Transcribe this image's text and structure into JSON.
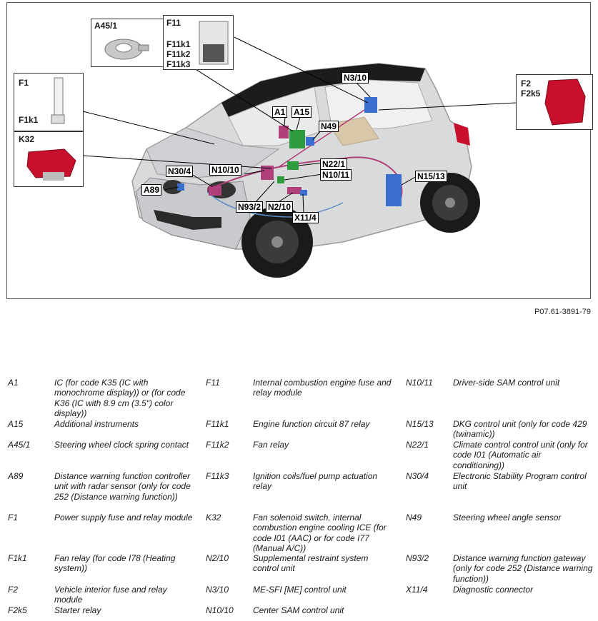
{
  "figure": {
    "id": "P07.61-3891-79",
    "callouts": {
      "a45_1": "A45/1",
      "f11": "F11",
      "f11k1": "F11k1",
      "f11k2": "F11k2",
      "f11k3": "F11k3",
      "f1": "F1",
      "f1k1": "F1k1",
      "k32": "K32",
      "n3_10": "N3/10",
      "f2": "F2",
      "f2k5": "F2k5",
      "a1": "A1",
      "a15": "A15",
      "n49": "N49",
      "n30_4": "N30/4",
      "n10_10": "N10/10",
      "n22_1": "N22/1",
      "n10_11": "N10/11",
      "a89": "A89",
      "n15_13": "N15/13",
      "n93_2": "N93/2",
      "n2_10": "N2/10",
      "x11_4": "X11/4"
    }
  },
  "legend": {
    "columns": [
      [
        {
          "code": "A1",
          "desc": "IC (for code K35 (IC with monochrome display)) or (for code K36 (IC with 8.9 cm (3.5\") color display))"
        },
        {
          "code": "A15",
          "desc": "Additional instruments"
        },
        {
          "code": "A45/1",
          "desc": "Steering wheel clock spring contact"
        },
        {
          "code": "A89",
          "desc": "Distance warning function controller unit with radar sensor (only for code 252 (Distance warning function))"
        },
        {
          "code": "F1",
          "desc": "Power supply fuse and relay module"
        },
        {
          "code": "F1k1",
          "desc": "Fan relay (for code I78 (Heating system))"
        },
        {
          "code": "F2",
          "desc": "Vehicle interior fuse and relay module"
        },
        {
          "code": "F2k5",
          "desc": "Starter relay"
        }
      ],
      [
        {
          "code": "F11",
          "desc": "Internal combustion engine fuse and relay module"
        },
        {
          "code": "F11k1",
          "desc": "Engine function circuit 87 relay"
        },
        {
          "code": "F11k2",
          "desc": "Fan relay"
        },
        {
          "code": "F11k3",
          "desc": "Ignition coils/fuel pump actuation relay"
        },
        {
          "code": "K32",
          "desc": "Fan solenoid switch, internal combustion engine cooling ICE (for code I01 (AAC) or for code I77 (Manual A/C))"
        },
        {
          "code": "N2/10",
          "desc": "Supplemental restraint system control unit"
        },
        {
          "code": "N3/10",
          "desc": "ME-SFI [ME] control unit"
        },
        {
          "code": "N10/10",
          "desc": "Center SAM control unit"
        }
      ],
      [
        {
          "code": "N10/11",
          "desc": "Driver-side SAM control unit"
        },
        {
          "code": "N15/13",
          "desc": "DKG control unit (only for code 429 (twinamic))"
        },
        {
          "code": "N22/1",
          "desc": "Climate control control unit (only for code I01 (Automatic air conditioning))"
        },
        {
          "code": "N30/4",
          "desc": "Electronic Stability Program control unit"
        },
        {
          "code": "N49",
          "desc": "Steering wheel angle sensor"
        },
        {
          "code": "N93/2",
          "desc": "Distance warning function gateway (only for code 252 (Distance warning function))"
        },
        {
          "code": "X11/4",
          "desc": "Diagnostic connector"
        }
      ]
    ]
  }
}
